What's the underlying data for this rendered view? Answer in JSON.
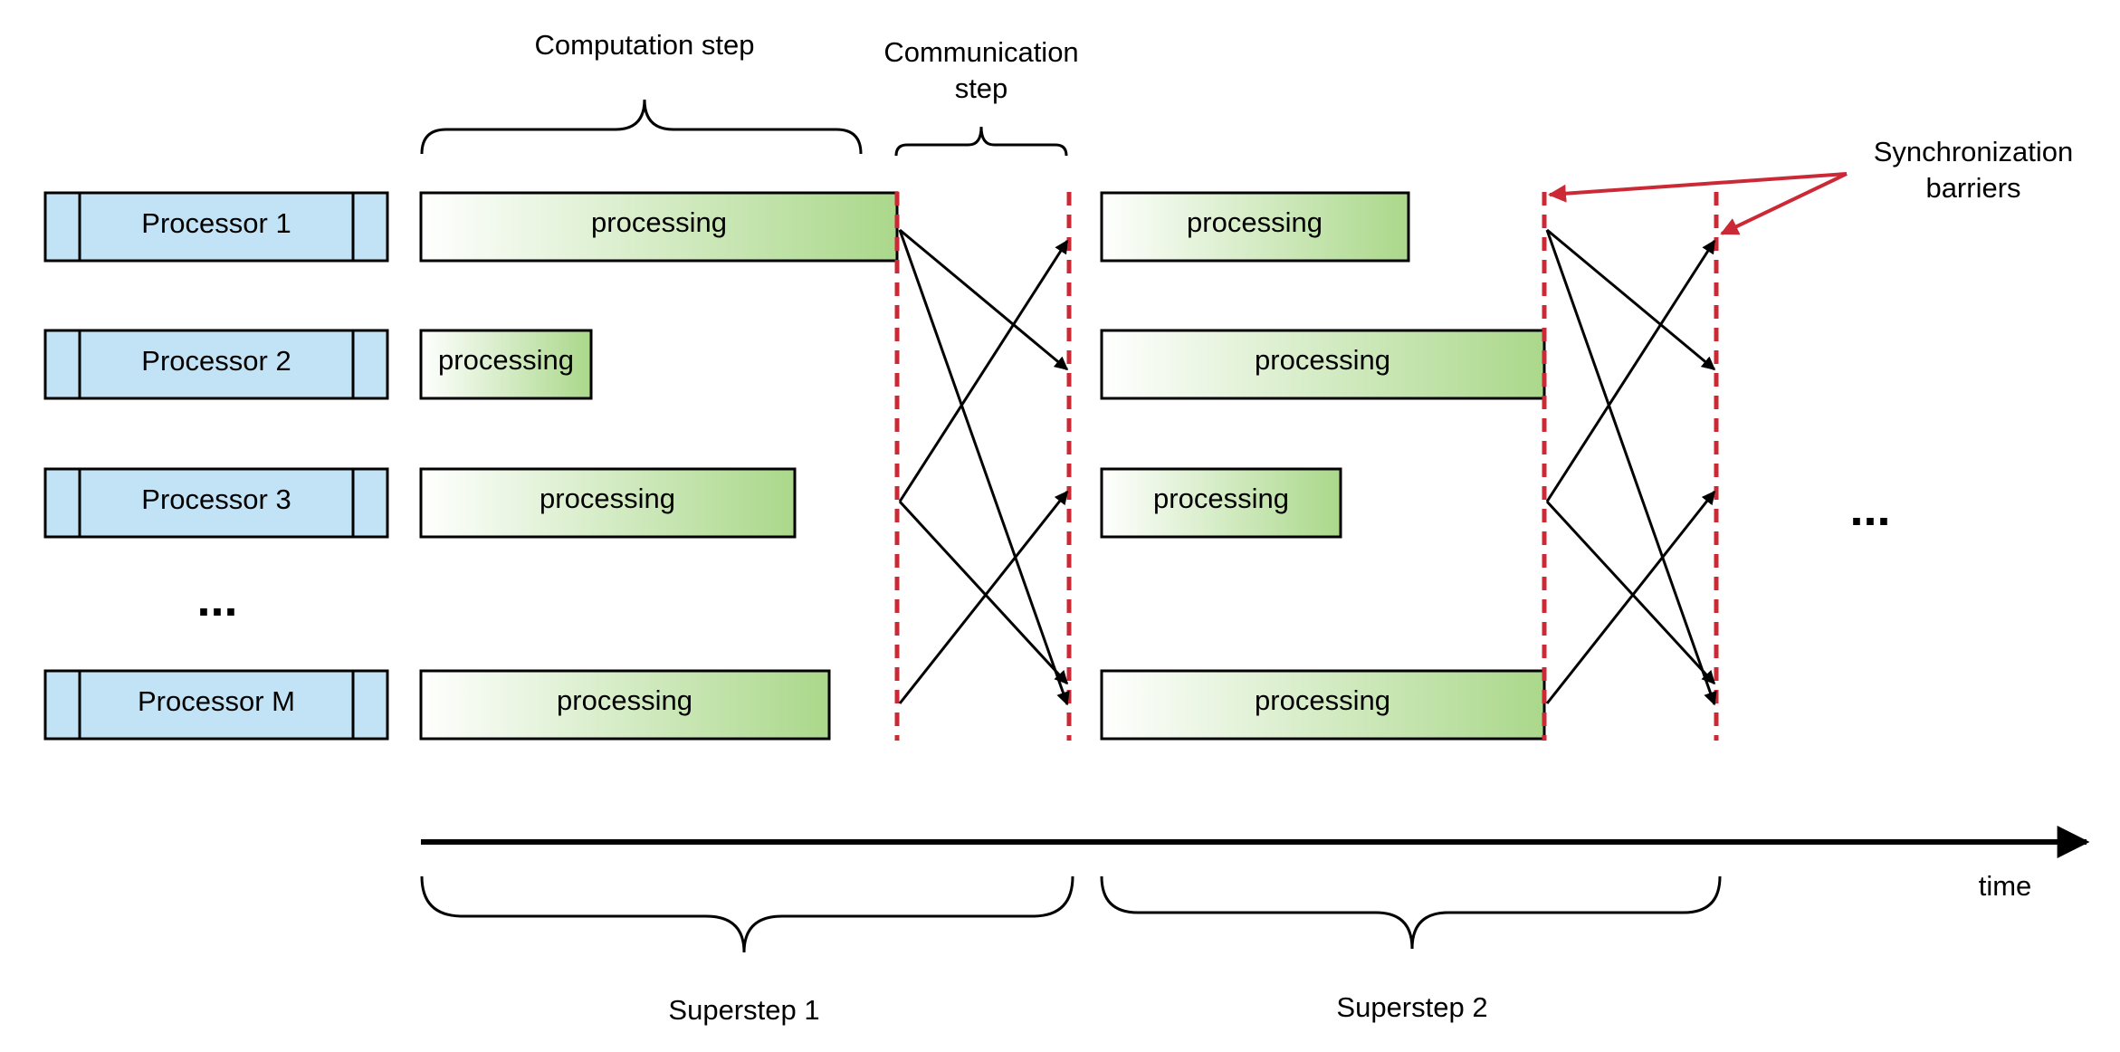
{
  "labels": {
    "computation_step": "Computation step",
    "communication_step_line1": "Communication",
    "communication_step_line2": "step",
    "sync_line1": "Synchronization",
    "sync_line2": "barriers",
    "time": "time",
    "superstep1": "Superstep 1",
    "superstep2": "Superstep 2",
    "left_ellipsis": "...",
    "right_ellipsis": "..."
  },
  "processors": [
    {
      "label": "Processor 1"
    },
    {
      "label": "Processor 2"
    },
    {
      "label": "Processor 3"
    },
    {
      "label": "Processor M"
    }
  ],
  "superstep1_blocks": [
    {
      "label": "processing"
    },
    {
      "label": "processing"
    },
    {
      "label": "processing"
    },
    {
      "label": "processing"
    }
  ],
  "superstep2_blocks": [
    {
      "label": "processing"
    },
    {
      "label": "processing"
    },
    {
      "label": "processing"
    },
    {
      "label": "processing"
    }
  ],
  "colors": {
    "processor_fill": "#c2e3f5",
    "processing_gradient_start": "#ffffff",
    "processing_gradient_end": "#aad88a",
    "barrier": "#cc2936",
    "stroke": "#000000"
  }
}
